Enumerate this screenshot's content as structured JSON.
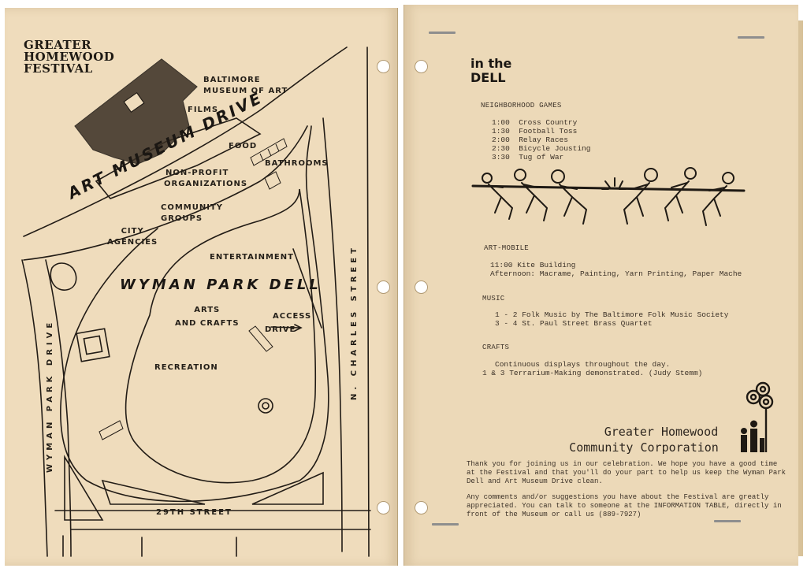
{
  "left_page": {
    "festival_title": [
      "GREATER",
      "HOMEWOOD",
      "FESTIVAL"
    ],
    "map": {
      "museum": [
        "BALTIMORE",
        "MUSEUM OF ART"
      ],
      "films": "FILMS",
      "food": "FOOD",
      "bathrooms": "BATHROOMS",
      "nonprofit": [
        "NON-PROFIT",
        "ORGANIZATIONS"
      ],
      "community": [
        "COMMUNITY",
        "GROUPS"
      ],
      "city": [
        "CITY",
        "AGENCIES"
      ],
      "art_museum_drive": "ART MUSEUM DRIVE",
      "entertainment": "ENTERTAINMENT",
      "wyman_park_dell": "WYMAN PARK DELL",
      "arts": [
        "ARTS",
        "AND CRAFTS"
      ],
      "access": [
        "ACCESS",
        "DRIVE"
      ],
      "recreation": "RECREATION",
      "wyman_park_drive": "WYMAN PARK DRIVE",
      "charles_street": "N. CHARLES STREET",
      "street_29": "29TH STREET"
    }
  },
  "right_page": {
    "title": [
      "in the",
      "DELL"
    ],
    "neighborhood_games": {
      "heading": "NEIGHBORHOOD GAMES",
      "items": [
        {
          "time": "1:00",
          "event": "Cross Country"
        },
        {
          "time": "1:30",
          "event": "Football Toss"
        },
        {
          "time": "2:00",
          "event": "Relay Races"
        },
        {
          "time": "2:30",
          "event": "Bicycle Jousting"
        },
        {
          "time": "3:30",
          "event": "Tug of War"
        }
      ]
    },
    "art_mobile": {
      "heading": "ART-MOBILE",
      "lines": [
        "11:00  Kite Building",
        "Afternoon: Macrame, Painting, Yarn Printing, Paper Mache"
      ]
    },
    "music": {
      "heading": "MUSIC",
      "lines": [
        "1 - 2  Folk Music by The Baltimore Folk Music Society",
        "3 - 4  St. Paul Street Brass Quartet"
      ]
    },
    "crafts": {
      "heading": "CRAFTS",
      "lines": [
        "Continuous displays throughout the day.",
        "1 & 3  Terrarium-Making demonstrated. (Judy Stemm)"
      ]
    },
    "organization": [
      "Greater Homewood",
      "Community Corporation"
    ],
    "thank_you": "Thank you for joining us in our celebration.  We hope you have a good time at the Festival and that you'll do your part to help us keep the Wyman Park Dell and Art Museum Drive clean.",
    "comments": "Any comments and/or suggestions you have about the Festival are greatly appreciated.  You can talk to someone at the INFORMATION TABLE, directly in front of the Museum or call us  (889-7927)"
  }
}
